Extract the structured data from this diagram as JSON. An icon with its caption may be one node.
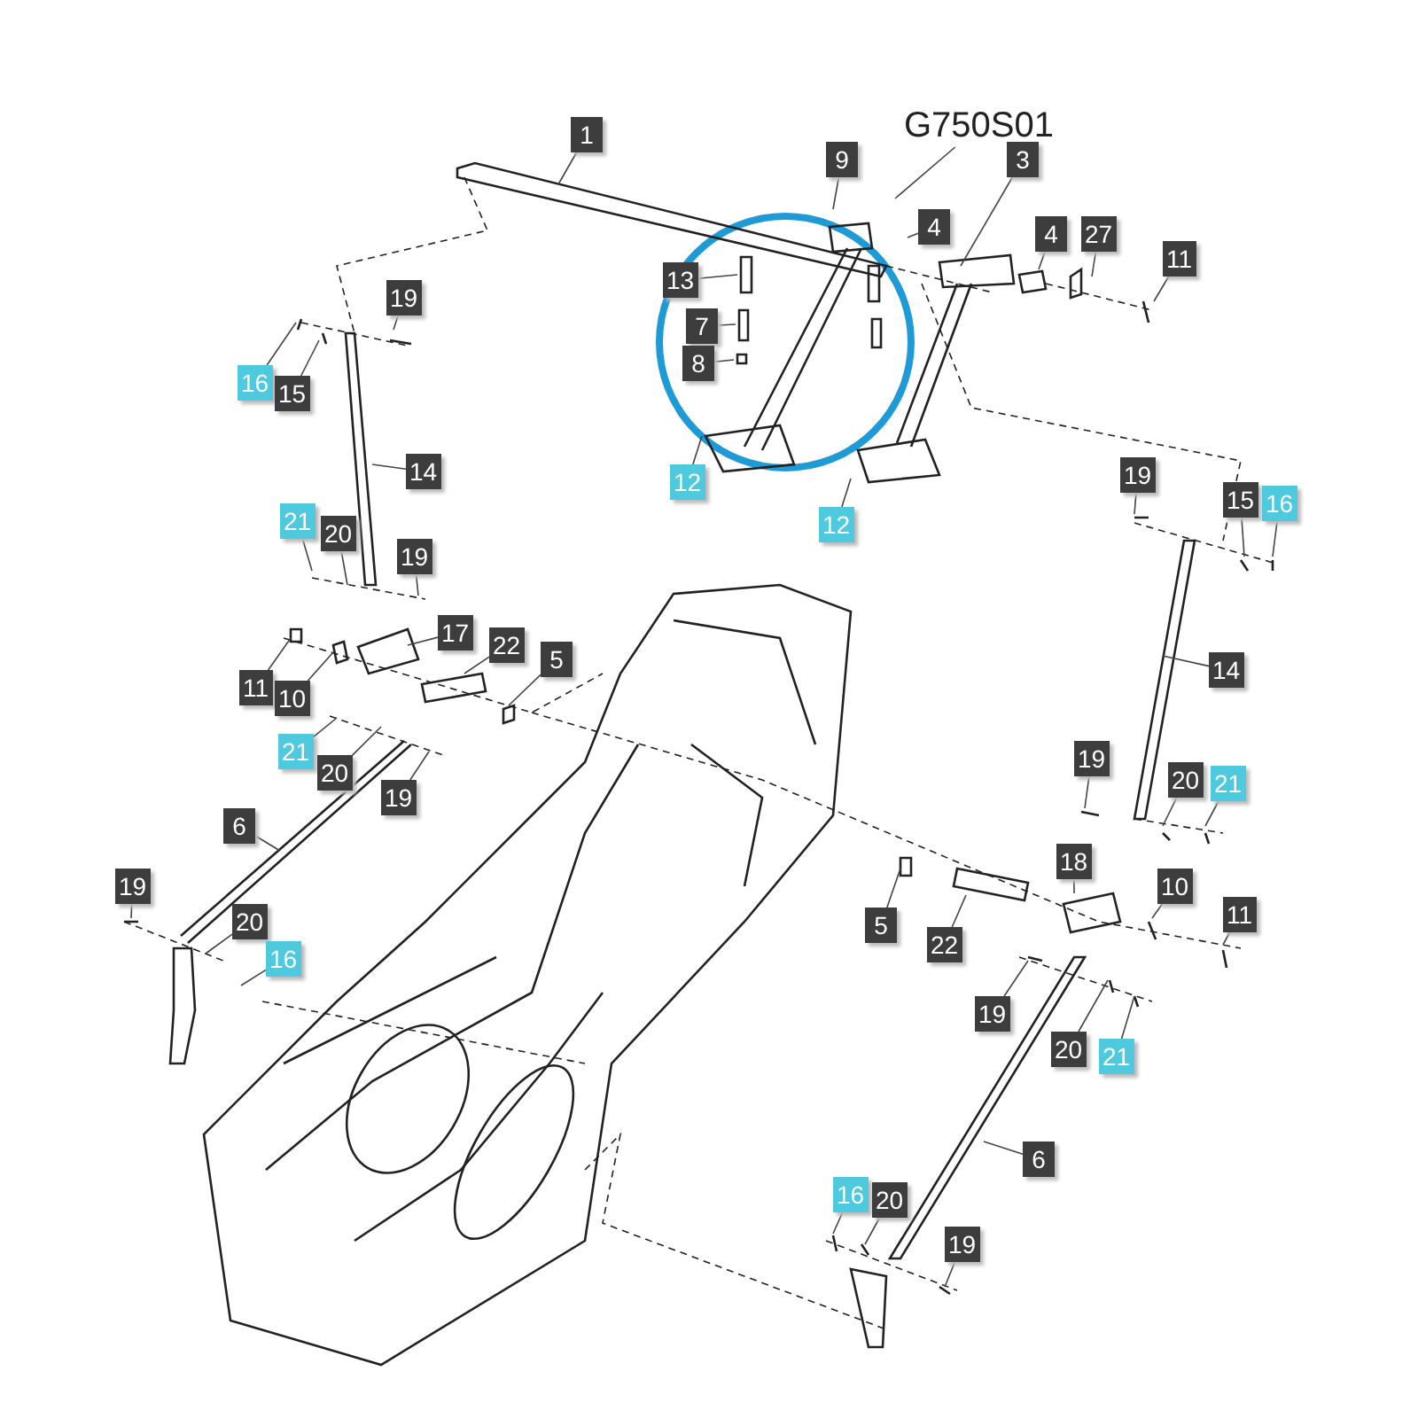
{
  "diagram": {
    "nodes": [
      {
        "text": [
          "G750S01"
        ]
      },
      {
        "text": [
          "1"
        ]
      },
      {
        "text": [
          "9"
        ]
      },
      {
        "text": [
          "3"
        ]
      },
      {
        "text": [
          "4"
        ]
      },
      {
        "text": [
          "4"
        ]
      },
      {
        "text": [
          "27"
        ]
      },
      {
        "text": [
          "11"
        ]
      },
      {
        "text": [
          "13"
        ]
      },
      {
        "text": [
          "7"
        ]
      },
      {
        "text": [
          "8"
        ]
      },
      {
        "text": [
          "12"
        ]
      },
      {
        "text": [
          "12"
        ]
      },
      {
        "text": [
          "19"
        ]
      },
      {
        "text": [
          "16"
        ]
      },
      {
        "text": [
          "15"
        ]
      },
      {
        "text": [
          "14"
        ]
      },
      {
        "text": [
          "21"
        ]
      },
      {
        "text": [
          "20"
        ]
      },
      {
        "text": [
          "19"
        ]
      },
      {
        "text": [
          "17"
        ]
      },
      {
        "text": [
          "22"
        ]
      },
      {
        "text": [
          "5"
        ]
      },
      {
        "text": [
          "11"
        ]
      },
      {
        "text": [
          "10"
        ]
      },
      {
        "text": [
          "21"
        ]
      },
      {
        "text": [
          "20"
        ]
      },
      {
        "text": [
          "19"
        ]
      },
      {
        "text": [
          "6"
        ]
      },
      {
        "text": [
          "19"
        ]
      },
      {
        "text": [
          "20"
        ]
      },
      {
        "text": [
          "16"
        ]
      },
      {
        "text": [
          "19"
        ]
      },
      {
        "text": [
          "15"
        ]
      },
      {
        "text": [
          "16"
        ]
      },
      {
        "text": [
          "14"
        ]
      },
      {
        "text": [
          "19"
        ]
      },
      {
        "text": [
          "20"
        ]
      },
      {
        "text": [
          "21"
        ]
      },
      {
        "text": [
          "18"
        ]
      },
      {
        "text": [
          "10"
        ]
      },
      {
        "text": [
          "11"
        ]
      },
      {
        "text": [
          "5"
        ]
      },
      {
        "text": [
          "22"
        ]
      },
      {
        "text": [
          "19"
        ]
      },
      {
        "text": [
          "20"
        ]
      },
      {
        "text": [
          "21"
        ]
      },
      {
        "text": [
          "6"
        ]
      },
      {
        "text": [
          "16"
        ]
      },
      {
        "text": [
          "20"
        ]
      },
      {
        "text": [
          "19"
        ]
      }
    ],
    "edges": [
      {
        "from": 0,
        "to": null,
        "arrow": "none"
      },
      {
        "from": 1,
        "to": null,
        "arrow": "none"
      },
      {
        "from": 2,
        "to": null,
        "arrow": "none"
      },
      {
        "from": 3,
        "to": null,
        "arrow": "none"
      },
      {
        "from": 4,
        "to": null,
        "arrow": "none"
      },
      {
        "from": 5,
        "to": null,
        "arrow": "none"
      },
      {
        "from": 6,
        "to": null,
        "arrow": "none"
      },
      {
        "from": 7,
        "to": null,
        "arrow": "none"
      },
      {
        "from": 8,
        "to": null,
        "arrow": "none"
      },
      {
        "from": 9,
        "to": null,
        "arrow": "none"
      },
      {
        "from": 10,
        "to": null,
        "arrow": "none"
      },
      {
        "from": 11,
        "to": null,
        "arrow": "none"
      },
      {
        "from": 12,
        "to": null,
        "arrow": "none"
      },
      {
        "from": 13,
        "to": null,
        "arrow": "none"
      },
      {
        "from": 14,
        "to": null,
        "arrow": "none"
      },
      {
        "from": 15,
        "to": null,
        "arrow": "none"
      },
      {
        "from": 16,
        "to": null,
        "arrow": "none"
      },
      {
        "from": 17,
        "to": null,
        "arrow": "none"
      },
      {
        "from": 18,
        "to": null,
        "arrow": "none"
      },
      {
        "from": 19,
        "to": null,
        "arrow": "none"
      },
      {
        "from": 20,
        "to": null,
        "arrow": "none"
      },
      {
        "from": 21,
        "to": null,
        "arrow": "none"
      },
      {
        "from": 22,
        "to": null,
        "arrow": "none"
      },
      {
        "from": 23,
        "to": null,
        "arrow": "none"
      },
      {
        "from": 24,
        "to": null,
        "arrow": "none"
      },
      {
        "from": 25,
        "to": null,
        "arrow": "none"
      },
      {
        "from": 26,
        "to": null,
        "arrow": "none"
      },
      {
        "from": 27,
        "to": null,
        "arrow": "none"
      },
      {
        "from": 28,
        "to": null,
        "arrow": "none"
      },
      {
        "from": 29,
        "to": null,
        "arrow": "none"
      },
      {
        "from": 30,
        "to": null,
        "arrow": "none"
      },
      {
        "from": 31,
        "to": null,
        "arrow": "none"
      },
      {
        "from": 32,
        "to": null,
        "arrow": "none"
      },
      {
        "from": 33,
        "to": null,
        "arrow": "none"
      },
      {
        "from": 34,
        "to": null,
        "arrow": "none"
      },
      {
        "from": 35,
        "to": null,
        "arrow": "none"
      },
      {
        "from": 36,
        "to": null,
        "arrow": "none"
      },
      {
        "from": 37,
        "to": null,
        "arrow": "none"
      },
      {
        "from": 38,
        "to": null,
        "arrow": "none"
      },
      {
        "from": 39,
        "to": null,
        "arrow": "none"
      },
      {
        "from": 40,
        "to": null,
        "arrow": "none"
      },
      {
        "from": 41,
        "to": null,
        "arrow": "none"
      },
      {
        "from": 42,
        "to": null,
        "arrow": "none"
      },
      {
        "from": 43,
        "to": null,
        "arrow": "none"
      },
      {
        "from": 44,
        "to": null,
        "arrow": "none"
      },
      {
        "from": 45,
        "to": null,
        "arrow": "none"
      },
      {
        "from": 46,
        "to": null,
        "arrow": "none"
      },
      {
        "from": 47,
        "to": null,
        "arrow": "none"
      },
      {
        "from": 48,
        "to": null,
        "arrow": "none"
      },
      {
        "from": 49,
        "to": null,
        "arrow": "none"
      },
      {
        "from": 50,
        "to": null,
        "arrow": "none"
      }
    ]
  }
}
